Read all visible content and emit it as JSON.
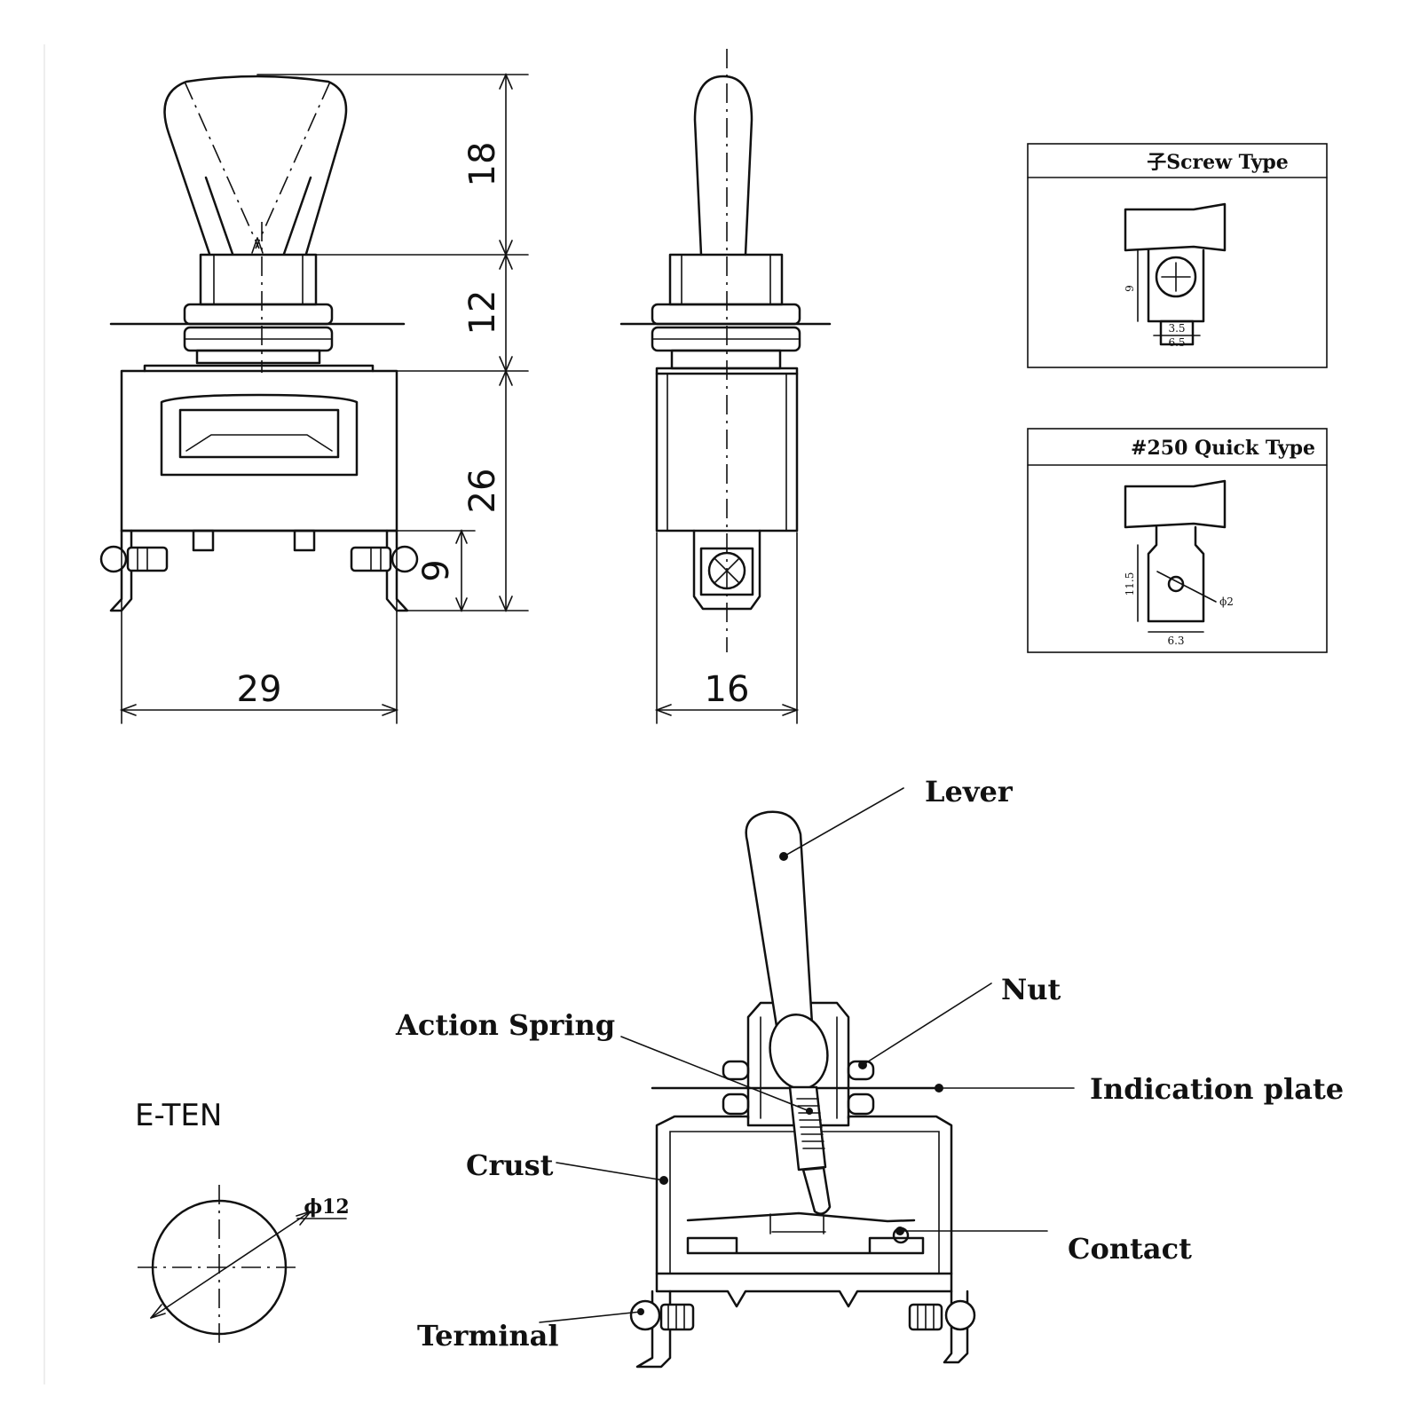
{
  "front_view": {
    "dim_lever_height": "18",
    "dim_bushing_height": "12",
    "dim_body_height": "26",
    "dim_terminal_height": "9",
    "dim_width": "29"
  },
  "side_view": {
    "dim_width": "16"
  },
  "screw_type": {
    "title": "子Screw Type",
    "dim_height": "9",
    "dim_inner": "3.5",
    "dim_outer": "6.5"
  },
  "quick_type": {
    "title": "#250 Quick Type",
    "dim_height": "11.5",
    "dim_hole": "ϕ2",
    "dim_width": "6.3"
  },
  "panel_cutout": {
    "model": "E-TEN",
    "dim_diameter": "ϕ12"
  },
  "cutaway": {
    "labels": {
      "lever": "Lever",
      "nut": "Nut",
      "action_spring": "Action Spring",
      "indication_plate": "Indication plate",
      "crust": "Crust",
      "contact": "Contact",
      "terminal": "Terminal"
    }
  }
}
